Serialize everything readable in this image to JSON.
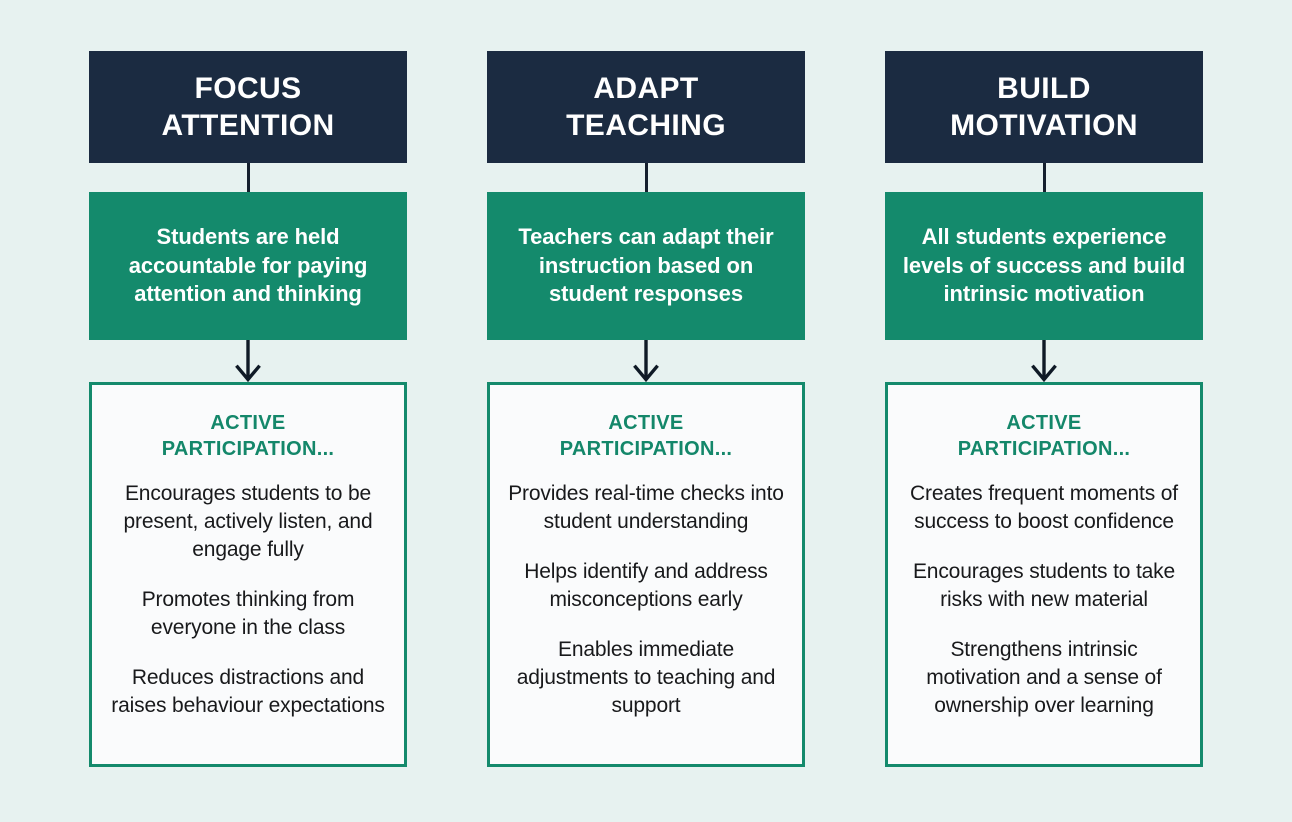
{
  "background_color": "#e7f2f0",
  "palette": {
    "navy": "#1b2b41",
    "green": "#148a6c",
    "heading_green": "#14876a",
    "card_background": "#fafbfc",
    "body_text": "#18191b",
    "connector": "#15202e"
  },
  "columns": [
    {
      "header": "FOCUS\nATTENTION",
      "statement": "Students are held accountable for paying attention and thinking",
      "card_heading": "ACTIVE\nPARTICIPATION...",
      "points": [
        "Encourages students to be present, actively listen, and engage fully",
        "Promotes thinking from everyone in the class",
        "Reduces distractions and raises behaviour expectations"
      ]
    },
    {
      "header": "ADAPT\nTEACHING",
      "statement": "Teachers can adapt their instruction based on student responses",
      "card_heading": "ACTIVE\nPARTICIPATION...",
      "points": [
        "Provides real-time checks into student understanding",
        "Helps identify and address misconceptions early",
        "Enables immediate adjustments to teaching and support"
      ]
    },
    {
      "header": "BUILD\nMOTIVATION",
      "statement": "All students experience levels of success and build intrinsic motivation",
      "card_heading": "ACTIVE\nPARTICIPATION...",
      "points": [
        "Creates frequent moments of success to boost confidence",
        "Encourages students to take risks with new material",
        "Strengthens intrinsic motivation and a sense of ownership over learning"
      ]
    }
  ]
}
